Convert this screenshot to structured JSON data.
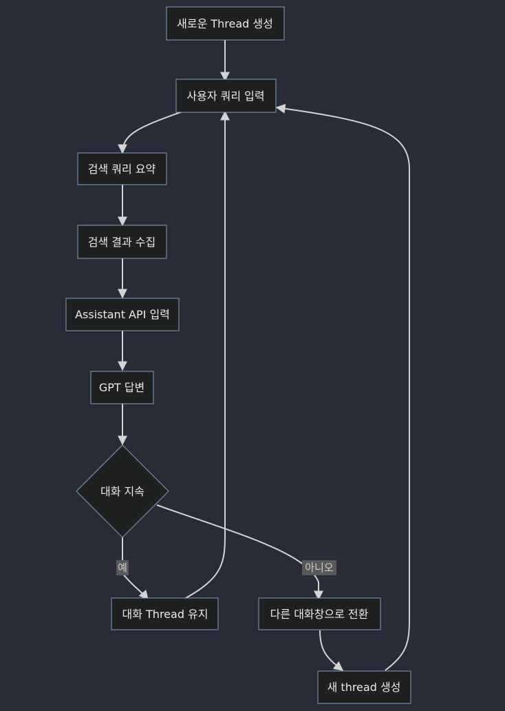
{
  "colors": {
    "background": "#292c37",
    "node_fill": "#1f2020",
    "node_border": "#81a1c1",
    "text": "#eaeaea",
    "edge": "#d4d4d4",
    "edge_label_bg": "#585858"
  },
  "nodes": {
    "new_thread": "새로운 Thread 생성",
    "user_query": "사용자 쿼리 입력",
    "search_summary": "검색 쿼리 요약",
    "search_results": "검색 결과 수집",
    "assistant_api": "Assistant API 입력",
    "gpt_answer": "GPT 답변",
    "continue": "대화 지속",
    "keep_thread": "대화 Thread 유지",
    "switch_window": "다른 대화창으로 전환",
    "create_thread": "새 thread 생성"
  },
  "edges": [
    {
      "from": "new_thread",
      "to": "user_query",
      "label": ""
    },
    {
      "from": "user_query",
      "to": "search_summary",
      "label": ""
    },
    {
      "from": "search_summary",
      "to": "search_results",
      "label": ""
    },
    {
      "from": "search_results",
      "to": "assistant_api",
      "label": ""
    },
    {
      "from": "assistant_api",
      "to": "gpt_answer",
      "label": ""
    },
    {
      "from": "gpt_answer",
      "to": "continue",
      "label": ""
    },
    {
      "from": "continue",
      "to": "keep_thread",
      "label": "예"
    },
    {
      "from": "continue",
      "to": "switch_window",
      "label": "아니오"
    },
    {
      "from": "keep_thread",
      "to": "user_query",
      "label": ""
    },
    {
      "from": "switch_window",
      "to": "create_thread",
      "label": ""
    },
    {
      "from": "create_thread",
      "to": "user_query",
      "label": ""
    }
  ],
  "edge_labels": {
    "yes": "예",
    "no": "아니오"
  }
}
